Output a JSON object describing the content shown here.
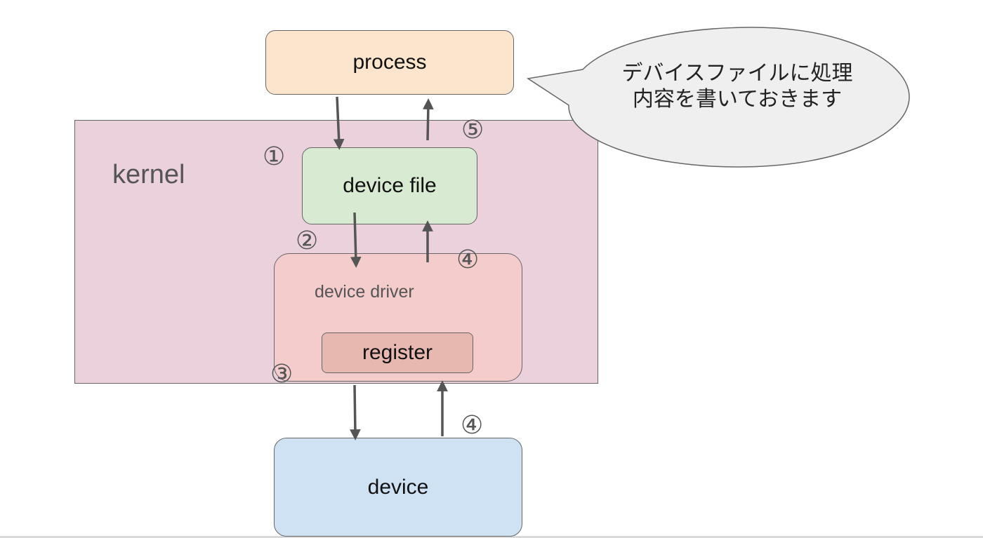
{
  "nodes": {
    "process": "process",
    "kernel": "kernel",
    "device_file": "device file",
    "device_driver": "device driver",
    "register": "register",
    "device": "device"
  },
  "steps": {
    "s1": "①",
    "s2": "②",
    "s3": "③",
    "s4_driver": "④",
    "s4_device": "④",
    "s5": "⑤"
  },
  "callout": {
    "text": "デバイスファイルに処理内容を書いておきます"
  },
  "colors": {
    "kernel_fill": "#ead1dc",
    "process_fill": "#fce5cd",
    "device_file_fill": "#d9ead3",
    "device_driver_fill": "#f4cccc",
    "register_fill": "#e6b8af",
    "device_fill": "#cfe2f3",
    "callout_fill": "#efefef",
    "arrow": "#555555"
  }
}
